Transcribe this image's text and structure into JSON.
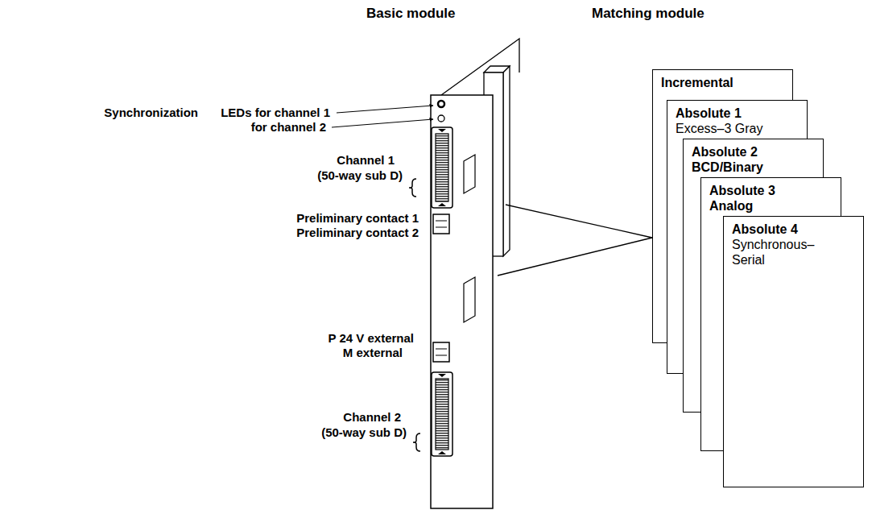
{
  "diagram": {
    "nodes": [
      {
        "text": [
          "Incremental"
        ]
      },
      {
        "text": [
          "Absolute 1",
          "Excess–3 Gray"
        ]
      },
      {
        "text": [
          "Absolute 2",
          "BCD/Binary"
        ]
      },
      {
        "text": [
          "Absolute 3",
          "Analog"
        ]
      },
      {
        "text": [
          "Absolute 4",
          "Synchronous–Serial"
        ]
      }
    ],
    "labels": [
      "Basic module",
      "Matching module",
      "Synchronization",
      "LEDs for channel 1",
      "for channel 2",
      "Channel 1",
      "(50-way sub D)",
      "Preliminary contact 1",
      "Preliminary contact 2",
      "P 24 V external",
      "M external",
      "Channel 2",
      "(50-way sub D)"
    ]
  }
}
